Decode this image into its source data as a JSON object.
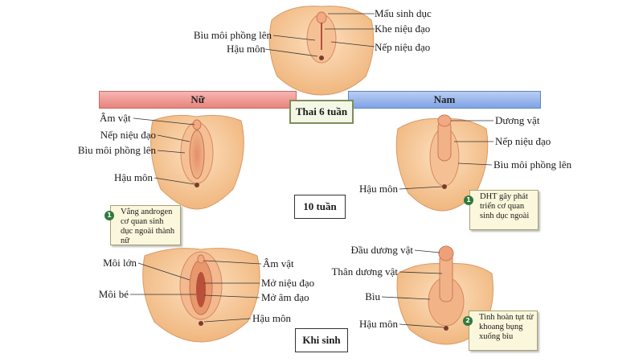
{
  "colors": {
    "female_bar": "#e8837d",
    "male_bar": "#7fa3e4",
    "tissue": "#f6c99a",
    "note_bg": "#fbf7dc",
    "badge": "#2f7a3c"
  },
  "top": {
    "stage": "Thai 6 tuần",
    "labels": {
      "genital_tubercle": "Mấu sinh dục",
      "urethral_groove": "Khe niệu đạo",
      "labioscrotal_swelling": "Bìu môi phồng lên",
      "urethral_fold": "Nếp niệu đạo",
      "anus": "Hậu môn"
    }
  },
  "bars": {
    "female": "Nữ",
    "male": "Nam"
  },
  "week10": {
    "stage": "10 tuần",
    "female": {
      "clitoris": "Âm vật",
      "urethral_fold": "Nếp niệu đạo",
      "labioscrotal_swelling": "Bìu môi phồng lên",
      "anus": "Hậu môn"
    },
    "male": {
      "penis": "Dương vật",
      "urethral_fold": "Nếp niệu đạo",
      "labioscrotal_swelling": "Bìu môi phồng lên",
      "anus": "Hậu môn"
    },
    "female_note": {
      "badge": "1",
      "text": "Vắng androgen cơ quan sinh dục ngoài thành nữ"
    },
    "male_note": {
      "badge": "1",
      "text": "DHT gây phát triển cơ quan sinh dục ngoài"
    }
  },
  "birth": {
    "stage": "Khi sinh",
    "female": {
      "labia_majora": "Môi lớn",
      "labia_minora": "Môi bé",
      "clitoris": "Âm vật",
      "urethral_opening": "Mở niệu đạo",
      "vaginal_opening": "Mở âm đạo",
      "anus": "Hậu môn"
    },
    "male": {
      "glans": "Đầu dương vật",
      "shaft": "Thân dương vật",
      "scrotum": "Bìu",
      "anus": "Hậu môn"
    },
    "male_note": {
      "badge": "2",
      "text": "Tinh hoàn tụt từ khoang bụng xuống bìu"
    }
  }
}
